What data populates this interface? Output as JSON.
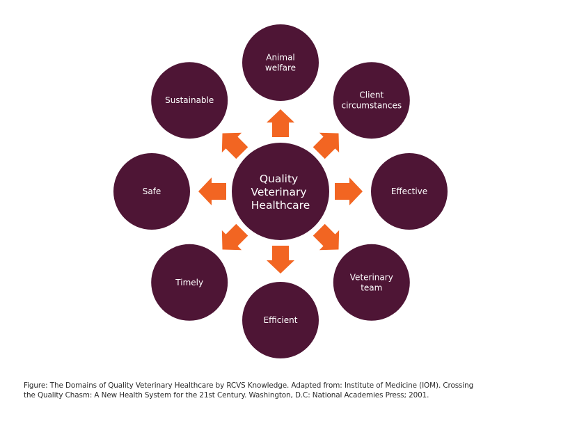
{
  "colors": {
    "circle": "#4E1535",
    "arrow": "#F26522",
    "text_on_circle": "#FFFFFF",
    "caption_text": "#2A2A2A",
    "background": "#FFFFFF"
  },
  "center": {
    "label_lines": [
      "Quality",
      "Veterinary",
      "Healthcare"
    ]
  },
  "domains": [
    {
      "id": "animal-welfare",
      "direction": "up",
      "label_lines": [
        "Animal",
        "welfare"
      ]
    },
    {
      "id": "client-circumstances",
      "direction": "up-right",
      "label_lines": [
        "Client",
        "circumstances"
      ]
    },
    {
      "id": "effective",
      "direction": "right",
      "label_lines": [
        "Effective"
      ]
    },
    {
      "id": "veterinary-team",
      "direction": "down-right",
      "label_lines": [
        "Veterinary",
        "team"
      ]
    },
    {
      "id": "efficient",
      "direction": "down",
      "label_lines": [
        "Efficient"
      ]
    },
    {
      "id": "timely",
      "direction": "down-left",
      "label_lines": [
        "Timely"
      ]
    },
    {
      "id": "safe",
      "direction": "left",
      "label_lines": [
        "Safe"
      ]
    },
    {
      "id": "sustainable",
      "direction": "up-left",
      "label_lines": [
        "Sustainable"
      ]
    }
  ],
  "caption": {
    "line1": "Figure: The Domains of Quality Veterinary Healthcare by RCVS Knowledge. Adapted from: Institute of Medicine (IOM). Crossing",
    "line2": "the Quality Chasm: A New Health System for the 21st Century. Washington, D.C: National Academies Press; 2001."
  }
}
